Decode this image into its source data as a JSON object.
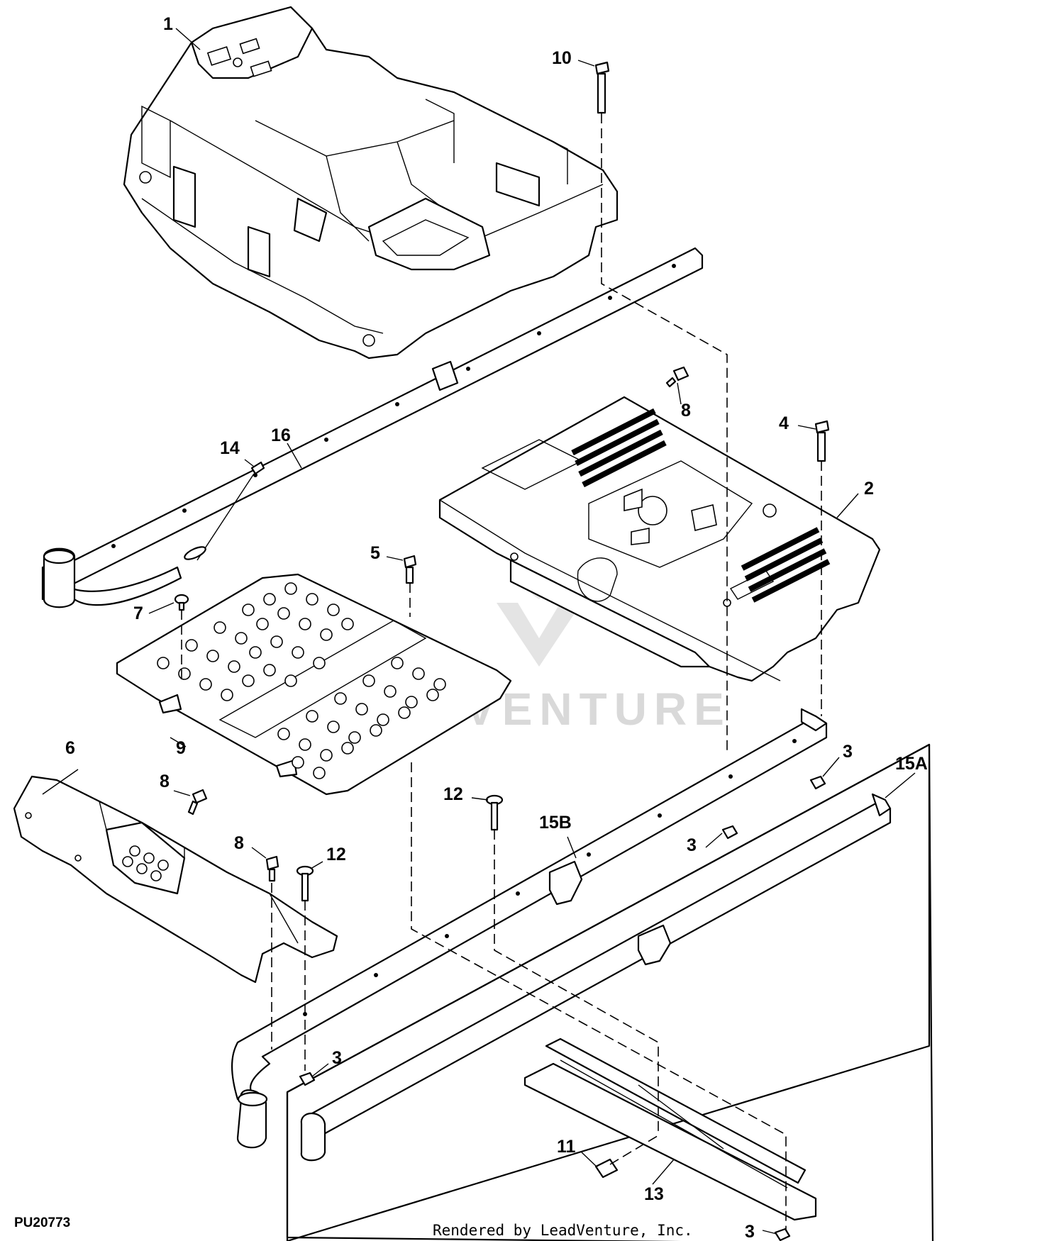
{
  "figure_id": "PU20773",
  "credit": "Rendered by LeadVenture, Inc.",
  "watermark": "VENTURE",
  "callouts": [
    {
      "id": "c1",
      "label": "1"
    },
    {
      "id": "c2",
      "label": "2"
    },
    {
      "id": "c3a",
      "label": "3"
    },
    {
      "id": "c3b",
      "label": "3"
    },
    {
      "id": "c3c",
      "label": "3"
    },
    {
      "id": "c3d",
      "label": "3"
    },
    {
      "id": "c4",
      "label": "4"
    },
    {
      "id": "c5",
      "label": "5"
    },
    {
      "id": "c6",
      "label": "6"
    },
    {
      "id": "c7",
      "label": "7"
    },
    {
      "id": "c8a",
      "label": "8"
    },
    {
      "id": "c8b",
      "label": "8"
    },
    {
      "id": "c8c",
      "label": "8"
    },
    {
      "id": "c9",
      "label": "9"
    },
    {
      "id": "c10",
      "label": "10"
    },
    {
      "id": "c11",
      "label": "11"
    },
    {
      "id": "c12a",
      "label": "12"
    },
    {
      "id": "c12b",
      "label": "12"
    },
    {
      "id": "c13",
      "label": "13"
    },
    {
      "id": "c14",
      "label": "14"
    },
    {
      "id": "c15A",
      "label": "15A"
    },
    {
      "id": "c15B",
      "label": "15B"
    },
    {
      "id": "c16",
      "label": "16"
    }
  ]
}
